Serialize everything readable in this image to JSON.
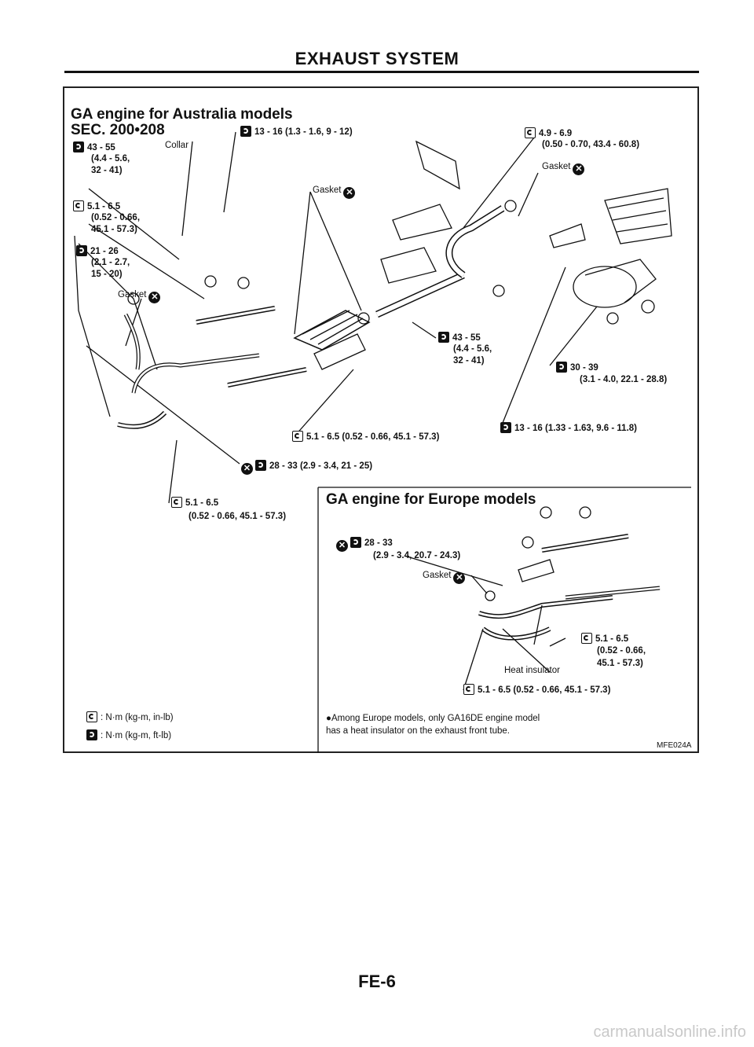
{
  "page": {
    "title": "EXHAUST SYSTEM",
    "page_number": "FE-6",
    "figure_code": "MFE024A",
    "watermark": "carmanualsonline.info"
  },
  "australia": {
    "heading": "GA engine for Australia models",
    "section": "SEC. 200•208",
    "labels": {
      "t43_55": "43 - 55",
      "t43_55_b": "(4.4 - 5.6,",
      "t43_55_c": "32 - 41)",
      "collar": "Collar",
      "t13_16": "13 - 16 (1.3 - 1.6, 9 - 12)",
      "t51_65": "5.1 - 6.5",
      "t51_65_b": "(0.52 - 0.66,",
      "t51_65_c": "45.1 - 57.3)",
      "t21_26": "21 - 26",
      "t21_26_b": "(2.1 - 2.7,",
      "t21_26_c": "15 - 20)",
      "gasket_left": "Gasket",
      "gasket_mid": "Gasket",
      "t49_69": "4.9 - 6.9",
      "t49_69_b": "(0.50 - 0.70, 43.4 - 60.8)",
      "gasket_right": "Gasket",
      "t43_55_mid": "43 - 55",
      "t43_55_mid_b": "(4.4 - 5.6,",
      "t43_55_mid_c": "32 - 41)",
      "t30_39": "30 - 39",
      "t30_39_b": "(3.1 - 4.0, 22.1 - 28.8)",
      "t13_16_b": "13 - 16 (1.33 - 1.63, 9.6 - 11.8)",
      "t51_65_line": "5.1 - 6.5 (0.52 - 0.66, 45.1 - 57.3)",
      "t28_33": "28 - 33 (2.9 - 3.4, 21 - 25)",
      "t51_65_low": "5.1 - 6.5",
      "t51_65_low_b": "(0.52 - 0.66, 45.1 - 57.3)"
    }
  },
  "europe": {
    "heading": "GA engine for Europe models",
    "labels": {
      "t28_33": "28 - 33",
      "t28_33_b": "(2.9 - 3.4, 20.7 - 24.3)",
      "gasket": "Gasket",
      "t51_65": "5.1 - 6.5",
      "t51_65_b": "(0.52 - 0.66,",
      "t51_65_c": "45.1 - 57.3)",
      "heat_insulator": "Heat insulator",
      "t51_65_line": "5.1 - 6.5 (0.52 - 0.66, 45.1 - 57.3)"
    },
    "note_line1": "●Among Europe models, only GA16DE engine model",
    "note_line2": "has a heat insulator on the exhaust front tube."
  },
  "legend": {
    "nm_inlb": ": N·m (kg-m, in-lb)",
    "nm_ftlb": ": N·m (kg-m, ft-lb)"
  },
  "icons": {
    "torque_inlb": "torque-wrench-inlb-icon",
    "torque_ftlb": "torque-wrench-ftlb-icon",
    "replace": "do-not-reuse-icon"
  }
}
